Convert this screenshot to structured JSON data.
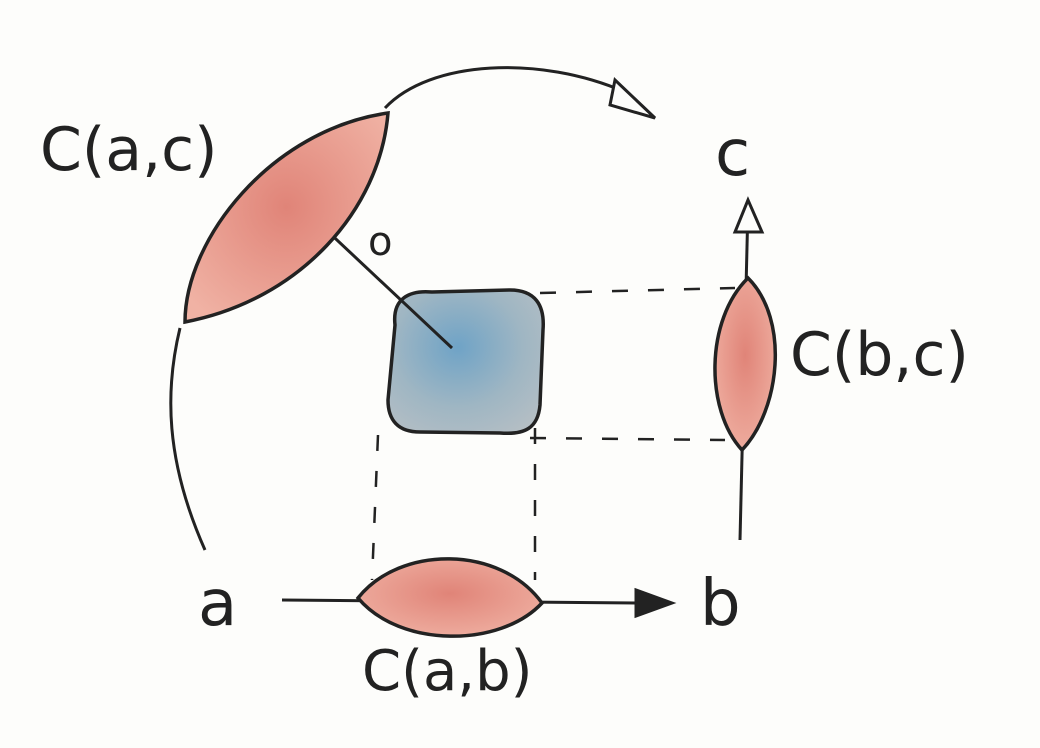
{
  "diagram": {
    "labels": {
      "a": "a",
      "b": "b",
      "c": "c",
      "o": "o",
      "c_ab": "C(a,b)",
      "c_bc": "C(b,c)",
      "c_ac": "C(a,c)"
    },
    "colors": {
      "ink": "#222222",
      "lens_fill": "#e8998a",
      "square_fill": "#9fb6c3",
      "square_accent": "#6fa3c6",
      "background": "#fdfdfb"
    }
  }
}
